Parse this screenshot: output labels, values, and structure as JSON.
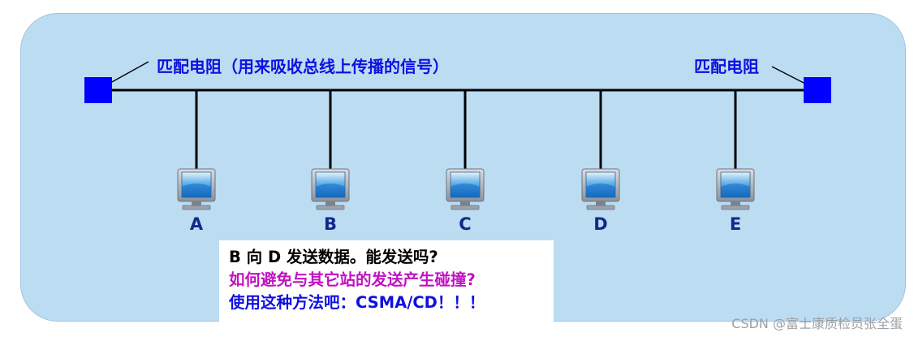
{
  "diagram": {
    "resistor_left_label": "匹配电阻（用来吸收总线上传播的信号）",
    "resistor_right_label": "匹配电阻",
    "stations": [
      {
        "label": "A"
      },
      {
        "label": "B"
      },
      {
        "label": "C"
      },
      {
        "label": "D"
      },
      {
        "label": "E"
      }
    ],
    "note": {
      "line1": "B 向 D 发送数据。能发送吗?",
      "line2": "如何避免与其它站的发送产生碰撞?",
      "line3": "使用这种方法吧：CSMA/CD！！！"
    },
    "colors": {
      "panel": "#bcdcf2",
      "resistor": "#0000ff",
      "bus": "#000000",
      "label_blue": "#1010e0",
      "label_magenta": "#c013c0",
      "station_label": "#102a8a"
    },
    "icons": {
      "resistor": "square-block",
      "station": "monitor-icon"
    }
  },
  "watermark": "CSDN @富士康质检员张全蛋"
}
